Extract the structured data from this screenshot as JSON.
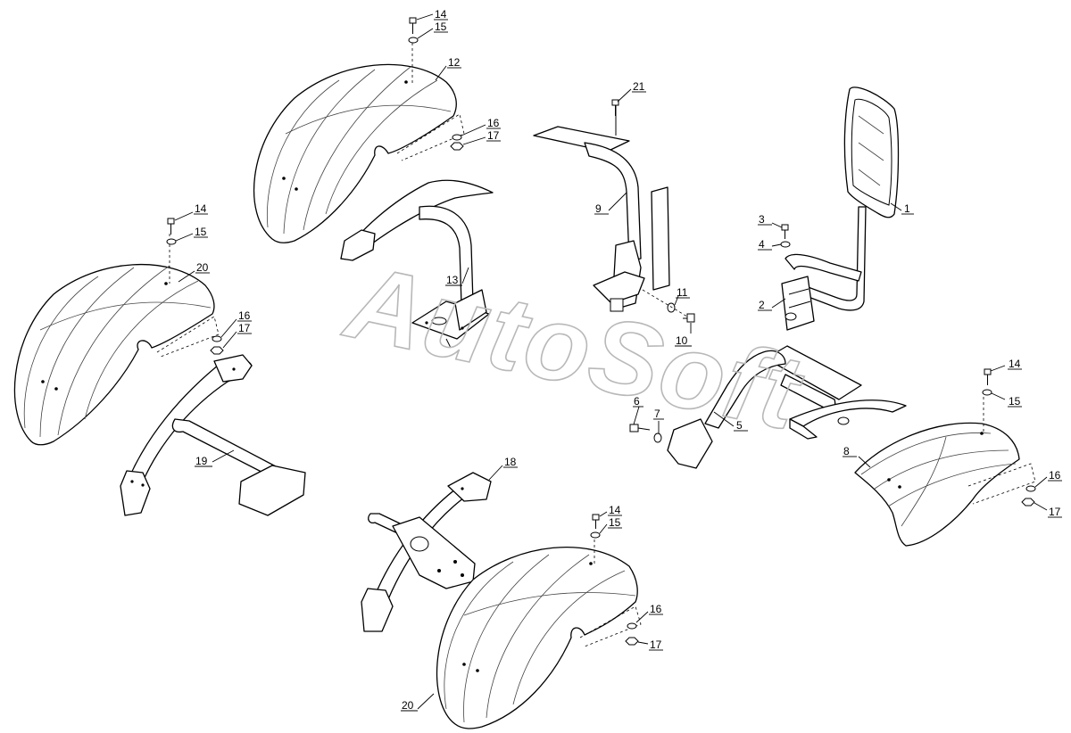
{
  "watermark": "AutoSoft",
  "callouts": [
    {
      "id": "c-14a",
      "label": "14"
    },
    {
      "id": "c-15a",
      "label": "15"
    },
    {
      "id": "c-12",
      "label": "12"
    },
    {
      "id": "c-16a",
      "label": "16"
    },
    {
      "id": "c-17a",
      "label": "17"
    },
    {
      "id": "c-14b",
      "label": "14"
    },
    {
      "id": "c-15b",
      "label": "15"
    },
    {
      "id": "c-20a",
      "label": "20"
    },
    {
      "id": "c-16b",
      "label": "16"
    },
    {
      "id": "c-17b",
      "label": "17"
    },
    {
      "id": "c-13",
      "label": "13"
    },
    {
      "id": "c-19",
      "label": "19"
    },
    {
      "id": "c-21",
      "label": "21"
    },
    {
      "id": "c-9",
      "label": "9"
    },
    {
      "id": "c-11",
      "label": "11"
    },
    {
      "id": "c-10",
      "label": "10"
    },
    {
      "id": "c-1",
      "label": "1"
    },
    {
      "id": "c-3",
      "label": "3"
    },
    {
      "id": "c-4",
      "label": "4"
    },
    {
      "id": "c-2",
      "label": "2"
    },
    {
      "id": "c-6",
      "label": "6"
    },
    {
      "id": "c-7",
      "label": "7"
    },
    {
      "id": "c-5",
      "label": "5"
    },
    {
      "id": "c-14c",
      "label": "14"
    },
    {
      "id": "c-15c",
      "label": "15"
    },
    {
      "id": "c-8",
      "label": "8"
    },
    {
      "id": "c-16c",
      "label": "16"
    },
    {
      "id": "c-17c",
      "label": "17"
    },
    {
      "id": "c-18",
      "label": "18"
    },
    {
      "id": "c-14d",
      "label": "14"
    },
    {
      "id": "c-15d",
      "label": "15"
    },
    {
      "id": "c-16d",
      "label": "16"
    },
    {
      "id": "c-17d",
      "label": "17"
    },
    {
      "id": "c-20b",
      "label": "20"
    }
  ]
}
